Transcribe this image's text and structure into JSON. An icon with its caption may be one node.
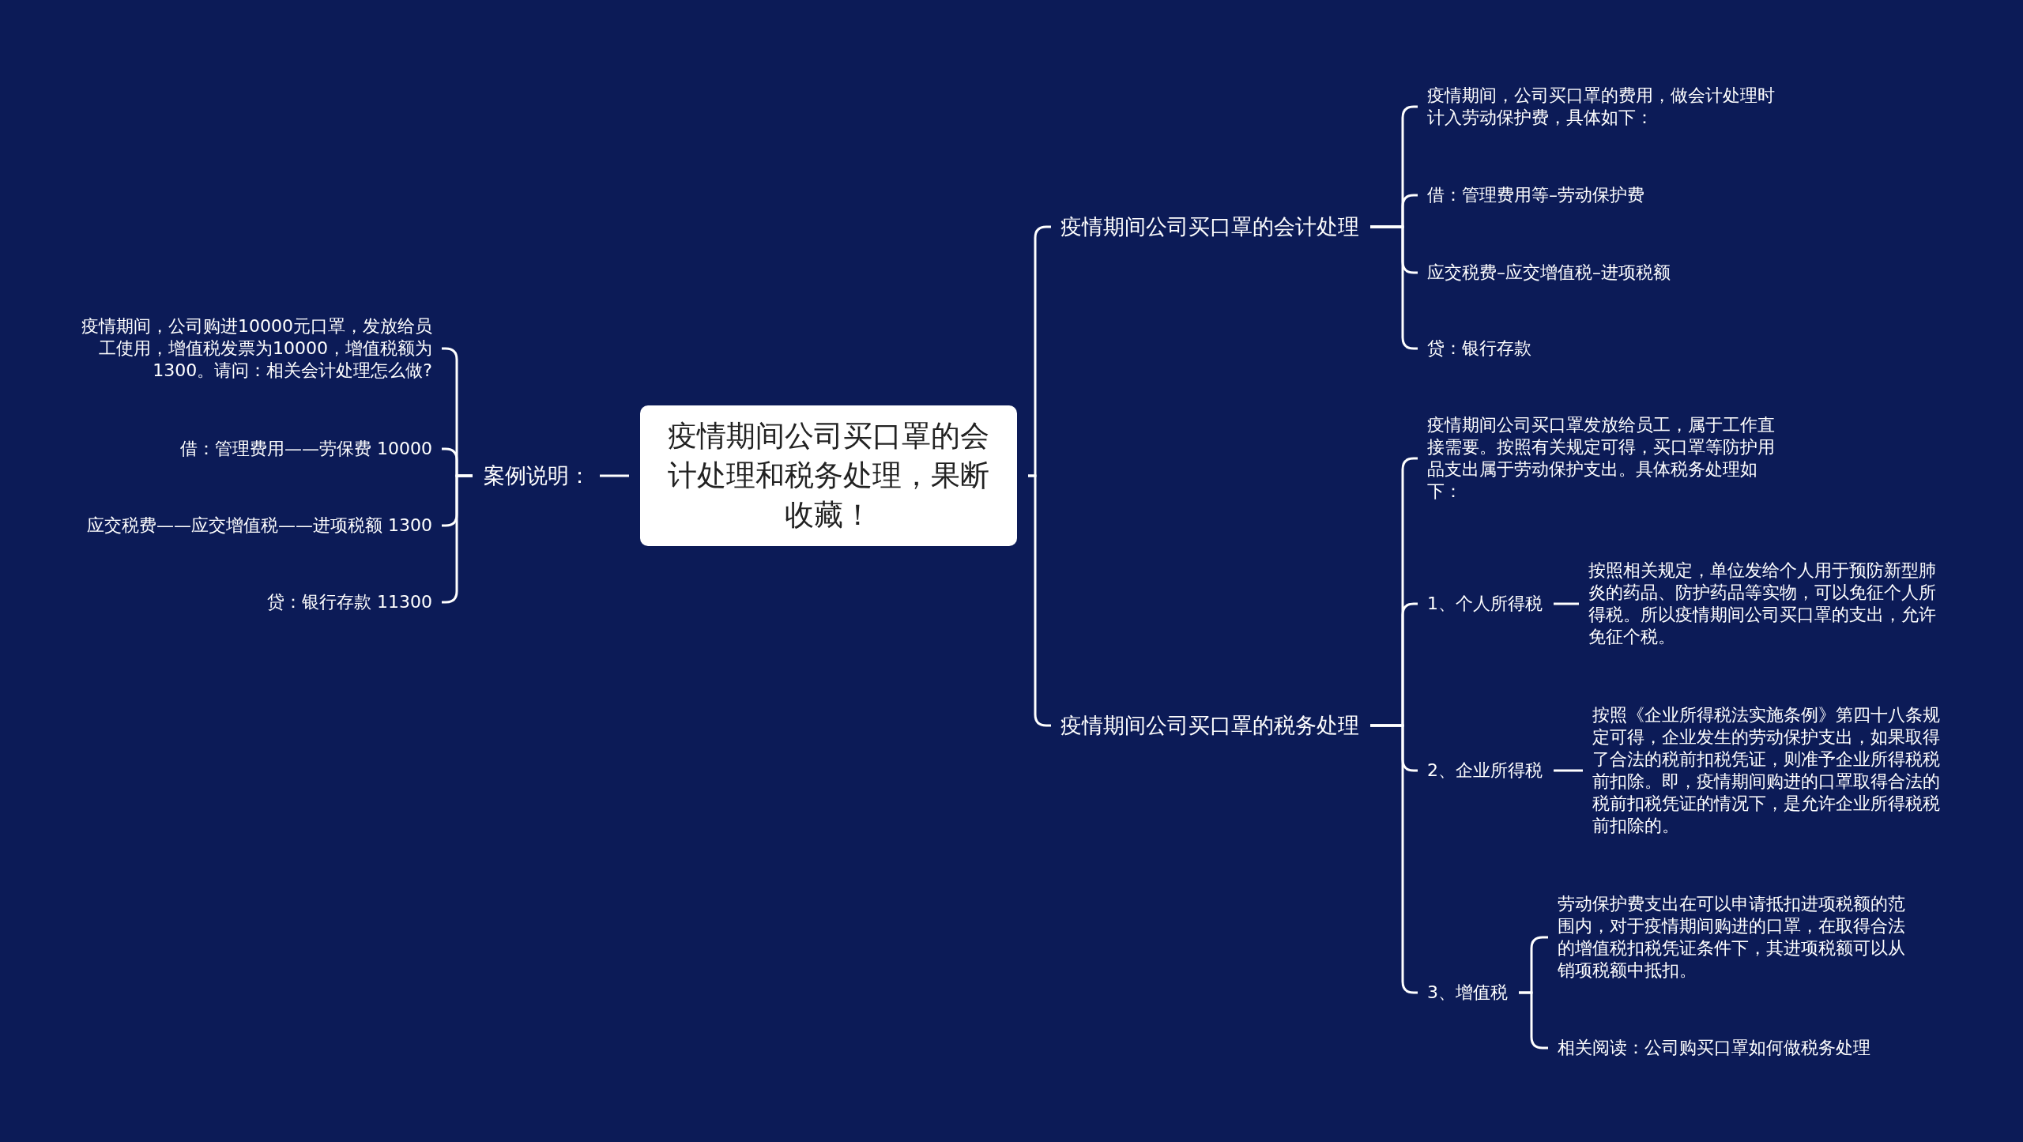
{
  "diagram": {
    "nodes": [
      {
        "text": [
          "疫情期间公司买口罩的会计处理和税务处理，果断收藏！"
        ]
      },
      {
        "text": [
          "案例说明："
        ]
      },
      {
        "text": [
          "疫情期间，公司购进10000元口罩，发放给员工使用，增值税发票为10000，增值税额为1300。请问：相关会计处理怎么做?"
        ]
      },
      {
        "text": [
          "借：管理费用——劳保费 10000"
        ]
      },
      {
        "text": [
          "应交税费——应交增值税——进项税额 1300"
        ]
      },
      {
        "text": [
          "贷：银行存款 11300"
        ]
      },
      {
        "text": [
          "疫情期间公司买口罩的会计处理"
        ]
      },
      {
        "text": [
          "疫情期间，公司买口罩的费用，做会计处理时计入劳动保护费，具体如下："
        ]
      },
      {
        "text": [
          "借：管理费用等–劳动保护费"
        ]
      },
      {
        "text": [
          "应交税费–应交增值税–进项税额"
        ]
      },
      {
        "text": [
          "贷：银行存款"
        ]
      },
      {
        "text": [
          "疫情期间公司买口罩的税务处理"
        ]
      },
      {
        "text": [
          "疫情期间公司买口罩发放给员工，属于工作直接需要。按照有关规定可得，买口罩等防护用品支出属于劳动保护支出。具体税务处理如下："
        ]
      },
      {
        "text": [
          "1、个人所得税"
        ]
      },
      {
        "text": [
          "按照相关规定，单位发给个人用于预防新型肺炎的药品、防护药品等实物，可以免征个人所得税。所以疫情期间公司买口罩的支出，允许免征个税。"
        ]
      },
      {
        "text": [
          "2、企业所得税"
        ]
      },
      {
        "text": [
          "按照《企业所得税法实施条例》第四十八条规定可得，企业发生的劳动保护支出，如果取得了合法的税前扣税凭证，则准予企业所得税税前扣除。即，疫情期间购进的口罩取得合法的税前扣税凭证的情况下，是允许企业所得税税前扣除的。"
        ]
      },
      {
        "text": [
          "3、增值税"
        ]
      },
      {
        "text": [
          "劳动保护费支出在可以申请抵扣进项税额的范围内，对于疫情期间购进的口罩，在取得合法的增值税扣税凭证条件下，其进项税额可以从销项税额中抵扣。"
        ]
      },
      {
        "text": [
          "相关阅读：公司购买口罩如何做税务处理"
        ]
      }
    ],
    "edges": [
      {
        "from": 0,
        "to": 1,
        "arrow": "none"
      },
      {
        "from": 1,
        "to": 2,
        "arrow": "none"
      },
      {
        "from": 1,
        "to": 3,
        "arrow": "none"
      },
      {
        "from": 1,
        "to": 4,
        "arrow": "none"
      },
      {
        "from": 1,
        "to": 5,
        "arrow": "none"
      },
      {
        "from": 0,
        "to": 6,
        "arrow": "none"
      },
      {
        "from": 6,
        "to": 7,
        "arrow": "none"
      },
      {
        "from": 6,
        "to": 8,
        "arrow": "none"
      },
      {
        "from": 6,
        "to": 9,
        "arrow": "none"
      },
      {
        "from": 6,
        "to": 10,
        "arrow": "none"
      },
      {
        "from": 0,
        "to": 11,
        "arrow": "none"
      },
      {
        "from": 11,
        "to": 12,
        "arrow": "none"
      },
      {
        "from": 11,
        "to": 13,
        "arrow": "none"
      },
      {
        "from": 13,
        "to": 14,
        "arrow": "none"
      },
      {
        "from": 11,
        "to": 15,
        "arrow": "none"
      },
      {
        "from": 15,
        "to": 16,
        "arrow": "none"
      },
      {
        "from": 11,
        "to": 17,
        "arrow": "none"
      },
      {
        "from": 17,
        "to": 18,
        "arrow": "none"
      },
      {
        "from": 17,
        "to": 19,
        "arrow": "none"
      }
    ]
  }
}
